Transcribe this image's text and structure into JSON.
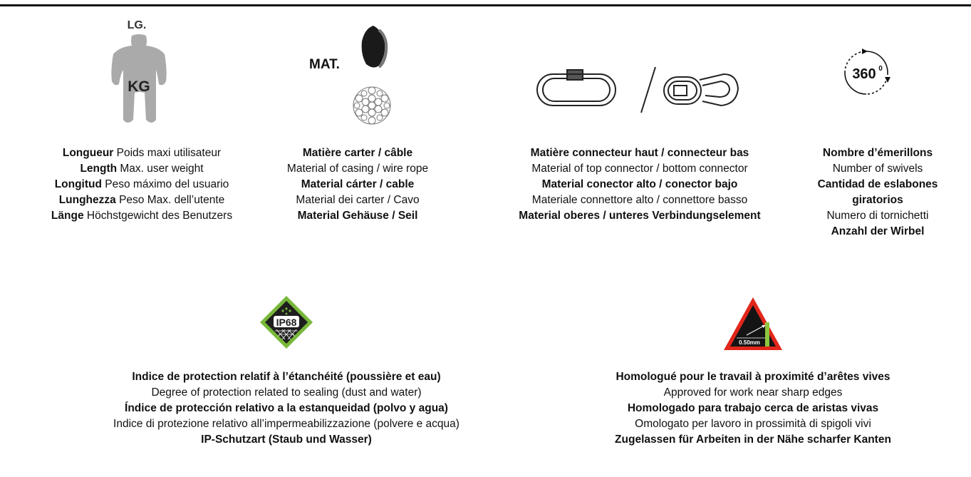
{
  "icons": {
    "length_weight": {
      "name": "body-silhouette-icon",
      "label_top": "LG.",
      "label_center": "KG"
    },
    "material": {
      "name": "casing-wire-rope-icon",
      "label": "MAT."
    },
    "connectors": {
      "name": "connectors-icon"
    },
    "swivels": {
      "name": "rotation-360-icon",
      "label": "360",
      "sup": "0"
    },
    "ip68": {
      "name": "ip68-badge-icon",
      "label": "IP68"
    },
    "sharp_edge": {
      "name": "sharp-edge-warning-icon",
      "label": "0.50mm"
    }
  },
  "colors": {
    "ip_green": "#78b83a",
    "ip_dark": "#1e1e1e",
    "warning_red": "#e2261b",
    "edge_green": "#8dc63f",
    "silhouette_gray": "#aaaaaa"
  },
  "blocks": {
    "length_weight": [
      {
        "bold": "Longueur",
        "rest": " Poids maxi utilisateur"
      },
      {
        "bold": "Length",
        "rest": " Max. user weight"
      },
      {
        "bold": "Longitud",
        "rest": " Peso máximo del usuario"
      },
      {
        "bold": "Lunghezza",
        "rest": " Peso Max. dell’utente"
      },
      {
        "bold": "Länge",
        "rest": " Höchstgewicht des Benutzers"
      }
    ],
    "material": [
      {
        "bold": "Matière carter / câble",
        "rest": ""
      },
      {
        "bold": "",
        "rest": "Material of casing / wire rope"
      },
      {
        "bold": "Material cárter / cable",
        "rest": ""
      },
      {
        "bold": "",
        "rest": "Material dei carter / Cavo"
      },
      {
        "bold": "Material Gehäuse / Seil",
        "rest": ""
      }
    ],
    "connectors": [
      {
        "bold": "Matière connecteur haut / connecteur bas",
        "rest": ""
      },
      {
        "bold": "",
        "rest": "Material of top connector / bottom connector"
      },
      {
        "bold": "Material conector alto / conector bajo",
        "rest": ""
      },
      {
        "bold": "",
        "rest": "Materiale connettore alto / connettore basso"
      },
      {
        "bold": "Material oberes / unteres Verbindungselement",
        "rest": ""
      }
    ],
    "swivels": [
      {
        "bold": "Nombre d’émerillons",
        "rest": ""
      },
      {
        "bold": "",
        "rest": "Number of swivels"
      },
      {
        "bold": "Cantidad de eslabones",
        "rest": ""
      },
      {
        "bold": "giratorios",
        "rest": ""
      },
      {
        "bold": "",
        "rest": "Numero di tornichetti"
      },
      {
        "bold": "Anzahl der Wirbel",
        "rest": ""
      }
    ],
    "ip68": [
      {
        "bold": "Indice de protection relatif à l’étanchéité (poussière et eau)",
        "rest": ""
      },
      {
        "bold": "",
        "rest": "Degree of protection related to sealing (dust and water)"
      },
      {
        "bold": "Índice de protección relativo a la estanqueidad (polvo y agua)",
        "rest": ""
      },
      {
        "bold": "",
        "rest": "Indice di protezione relativo all’impermeabilizzazione (polvere e acqua)"
      },
      {
        "bold": "IP-Schutzart (Staub und Wasser)",
        "rest": ""
      }
    ],
    "sharp_edge": [
      {
        "bold": "Homologué pour le travail à proximité d’arêtes vives",
        "rest": ""
      },
      {
        "bold": "",
        "rest": "Approved for work near sharp edges"
      },
      {
        "bold": "Homologado para trabajo cerca de aristas vivas",
        "rest": ""
      },
      {
        "bold": "",
        "rest": "Omologato per lavoro in prossimità di spigoli vivi"
      },
      {
        "bold": "Zugelassen für Arbeiten in der Nähe scharfer Kanten",
        "rest": ""
      }
    ]
  }
}
